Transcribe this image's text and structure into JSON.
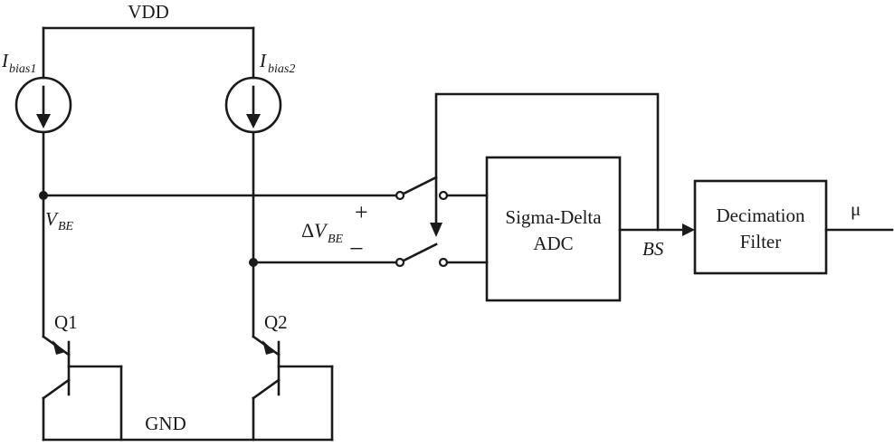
{
  "labels": {
    "vdd": "VDD",
    "gnd": "GND",
    "ibias1_main": "I",
    "ibias1_sub": "bias1",
    "ibias2_main": "I",
    "ibias2_sub": "bias2",
    "vbe_main": "V",
    "vbe_sub": "BE",
    "dvbe_delta": "Δ",
    "dvbe_main": "V",
    "dvbe_sub": "BE",
    "plus": "+",
    "minus": "−",
    "q1": "Q1",
    "q2": "Q2",
    "bs": "BS",
    "mu": "μ"
  },
  "blocks": {
    "adc_line1": "Sigma-Delta",
    "adc_line2": "ADC",
    "filter_line1": "Decimation",
    "filter_line2": "Filter"
  }
}
